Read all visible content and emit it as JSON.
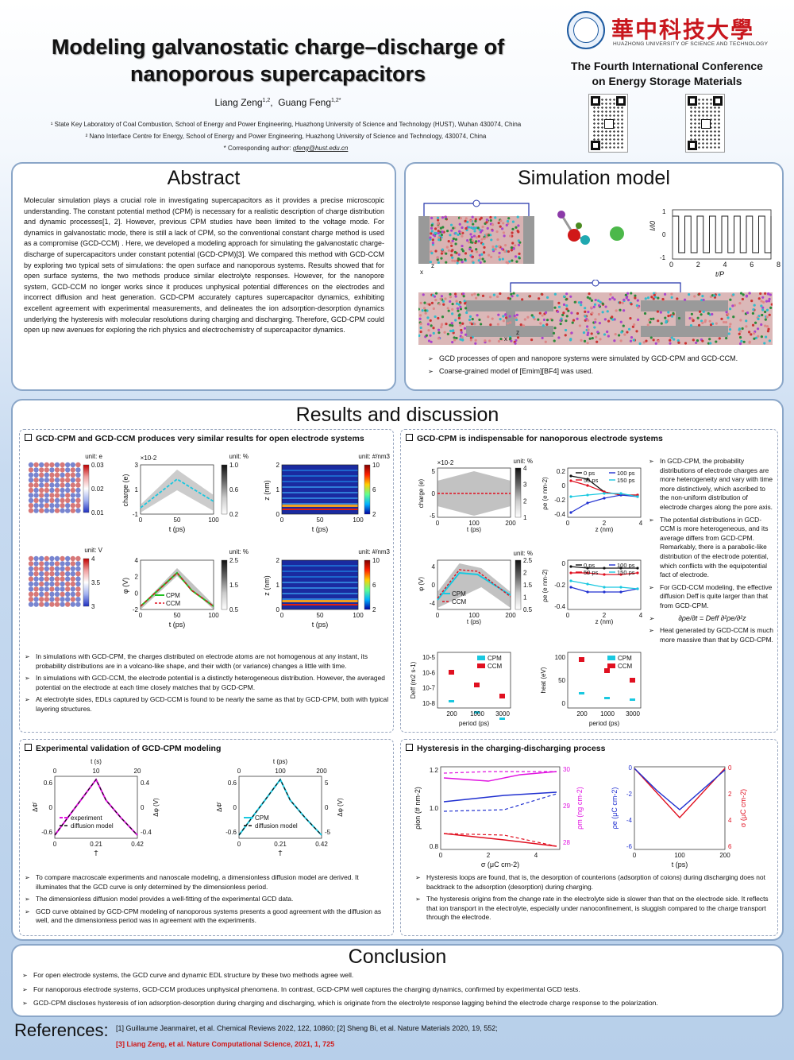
{
  "header": {
    "title_line1": "Modeling galvanostatic charge–discharge of",
    "title_line2": "nanoporous supercapacitors",
    "authors": "Liang Zeng",
    "author1_sup": "1,2",
    "author2": "Guang Feng",
    "author2_sup": "1,2*",
    "affiliation1": "¹ State Key Laboratory of Coal Combustion, School of Energy and Power Engineering, Huazhong University of Science and Technology (HUST), Wuhan 430074, China",
    "affiliation2": "² Nano Interface Centre for Energy, School of Energy and Power Engineering, Huazhong University of Science and Technology, 430074, China",
    "corresponding": "* Corresponding author:",
    "email": "gfeng@hust.edu.cn",
    "university_cn": "華中科技大學",
    "university_en": "HUAZHONG UNIVERSITY OF SCIENCE AND TECHNOLOGY",
    "conference_line1": "The Fourth International Conference",
    "conference_line2": "on Energy Storage Materials"
  },
  "abstract": {
    "heading": "Abstract",
    "text": "Molecular simulation plays a crucial role in investigating supercapacitors as it provides a precise microscopic understanding. The constant potential method (CPM) is necessary for a realistic description of charge distribution and dynamic processes[1, 2]. However, previous CPM studies have been limited to the voltage mode. For dynamics in galvanostatic mode, there is still a lack of CPM, so the conventional constant charge method is used as a compromise (GCD-CCM) . Here, we developed a modeling approach for simulating the galvanostatic charge-discharge of supercapacitors under constant potential (GCD-CPM)[3]. We compared this method with GCD-CCM by exploring two typical sets of simulations: the open surface and nanoporous systems. Results showed that for open surface systems, the two methods produce similar electrolyte responses. However, for the nanopore system, GCD-CCM no longer works since it produces unphysical potential differences on the electrodes and incorrect diffusion and heat generation. GCD-CPM accurately captures supercapacitor dynamics, exhibiting excellent agreement with experimental measurements, and delineates the ion adsorption-desorption dynamics underlying the hysteresis with molecular resolutions during charging and discharging. Therefore, GCD-CPM could open up new avenues for exploring the rich physics and electrochemistry of supercapacitor dynamics."
  },
  "simulation": {
    "heading": "Simulation model",
    "plot_ylabel": "I/I0",
    "plot_xlabel": "t/P",
    "x_ticks": [
      "0",
      "2",
      "4",
      "6",
      "8"
    ],
    "y_ticks": [
      "1",
      "0",
      "-1"
    ],
    "axis_x": "x",
    "axis_z": "z",
    "bullet1": "GCD processes of open and nanopore systems were simulated by GCD-CPM and GCD-CCM.",
    "bullet2": "Coarse-grained model of [Emim][BF4] was used."
  },
  "results": {
    "heading": "Results and discussion",
    "open": {
      "heading": "GCD-CPM and GCD-CCM produces very similar results for open electrode systems",
      "unit_e": "unit: e",
      "unit_pct": "unit: %",
      "unit_nm3": "unit: #/nm3",
      "unit_v": "unit: V",
      "bullet1": "In simulations with GCD-CPM, the charges distributed on electrode atoms are not homogenous at any instant, its probability distributions are in a volcano-like shape, and their width (or variance) changes a little with time.",
      "bullet2": "In simulations with GCD-CCM, the electrode potential is a distinctly heterogeneous distribution. However, the averaged potential on the electrode at each time closely matches that by GCD-CPM.",
      "bullet3": "At electrolyte sides, EDLs captured by GCD-CCM is found to be nearly the same as that by GCD-CPM, both with typical layering structures."
    },
    "nano": {
      "heading": "GCD-CPM is indispensable for nanoporous electrode systems",
      "bullet1": "In GCD-CPM, the probability distributions of electrode charges are more heterogeneity and vary with time more distinctively, which ascribed to the non-uniform distribution of electrode charges along the pore axis.",
      "bullet2": "The potential distributions in GCD-CCM is more heterogeneous, and its average differs from GCD-CPM. Remarkably, there is a parabolic-like distribution of the electrode potential, which conflicts with the equipotential fact of electrode.",
      "bullet3": "For GCD-CCM modeling, the effective diffusion Deff is quite larger than that from GCD-CPM.",
      "equation": "∂ρe/∂t = Deff ∂²ρe/∂²z",
      "bullet4": "Heat generated by GCD-CCM is much more massive than that by GCD-CPM."
    },
    "exp": {
      "heading": "Experimental validation of GCD-CPM modeling",
      "bullet1": "To compare macroscale experiments and nanoscale modeling, a dimensionless diffusion model are derived. It illuminates that the GCD curve is only determined by the dimensionless period.",
      "bullet2": "The dimensionless diffusion model provides a well-fitting of the experimental GCD data.",
      "bullet3": "GCD curve obtained by GCD-CPM modeling of nanoporous systems presents a good agreement with the diffusion as well, and the dimensionless period was in agreement with the experiments."
    },
    "hyst": {
      "heading": "Hysteresis in the charging-discharging process",
      "bullet1": "Hysteresis loops are found, that is, the desorption of counterions (adsorption of coions) during discharging does not backtrack to the adsorption (desorption) during charging.",
      "bullet2": "The hysteresis origins from the change rate in the electrolyte side is slower than that on the electrode side. It reflects that ion transport in the electrolyte, especially under nanoconfinement, is sluggish compared to the charge transport through the electrode."
    }
  },
  "charts": {
    "open_charge": {
      "xlabel": "t (ps)",
      "ylabel": "charge (e)",
      "scale": "×10-2",
      "xticks": [
        "0",
        "50",
        "100"
      ],
      "yticks": [
        "3",
        "1",
        "-1"
      ],
      "cbar": [
        "1.0",
        "0.6",
        "0.2"
      ]
    },
    "open_phi": {
      "xlabel": "t (ps)",
      "ylabel": "φ (V)",
      "xticks": [
        "0",
        "50",
        "100"
      ],
      "yticks": [
        "4",
        "2",
        "0",
        "-2"
      ],
      "cbar": [
        "2.5",
        "1.5",
        "0.5"
      ],
      "legend": [
        "CPM",
        "CCM"
      ]
    },
    "open_z1": {
      "xlabel": "t (ps)",
      "ylabel": "z (nm)",
      "xticks": [
        "0",
        "50",
        "100"
      ],
      "yticks": [
        "2",
        "1",
        "0"
      ],
      "cbar": [
        "10",
        "6",
        "2"
      ]
    },
    "open_z2": {
      "xlabel": "t (ps)",
      "ylabel": "z (nm)",
      "xticks": [
        "0",
        "50",
        "100"
      ],
      "yticks": [
        "2",
        "1",
        "0"
      ],
      "cbar": [
        "10",
        "6",
        "2"
      ]
    },
    "open_mapcbar_e": [
      "0.03",
      "0.02",
      "0.01"
    ],
    "open_mapcbar_v": [
      "4",
      "3.5",
      "3"
    ],
    "nano_charge": {
      "xlabel": "t (ps)",
      "ylabel": "charge (e)",
      "scale": "×10-2",
      "xticks": [
        "0",
        "100",
        "200"
      ],
      "yticks": [
        "5",
        "0",
        "-5"
      ],
      "cbar": [
        "4",
        "3",
        "2",
        "1"
      ]
    },
    "nano_phi": {
      "xlabel": "t (ps)",
      "ylabel": "φ (V)",
      "xticks": [
        "0",
        "100",
        "200"
      ],
      "yticks": [
        "4",
        "0",
        "-4"
      ],
      "cbar": [
        "2.5",
        "2",
        "1.5",
        "1",
        "0.5"
      ],
      "legend": [
        "CPM",
        "CCM"
      ]
    },
    "nano_rho1": {
      "xlabel": "z (nm)",
      "ylabel": "ρe (e nm-2)",
      "xticks": [
        "0",
        "2",
        "4"
      ],
      "yticks": [
        "0.2",
        "0",
        "-0.2",
        "-0.4"
      ],
      "legend": [
        "0 ps",
        "50 ps",
        "100 ps",
        "150 ps"
      ]
    },
    "nano_rho2": {
      "xlabel": "z (nm)",
      "ylabel": "ρe (e nm-2)",
      "xticks": [
        "0",
        "2",
        "4"
      ],
      "yticks": [
        "0",
        "-0.2",
        "-0.4"
      ],
      "legend": [
        "0 ps",
        "50 ps",
        "100 ps",
        "150 ps"
      ]
    },
    "nano_deff": {
      "xlabel": "period (ps)",
      "ylabel": "Deff (m2 s-1)",
      "categories": [
        "200",
        "1000",
        "3000"
      ],
      "yticks": [
        "10-5",
        "10-6",
        "10-7",
        "10-8"
      ],
      "legend": [
        "CPM",
        "CCM"
      ]
    },
    "nano_heat": {
      "xlabel": "period (ps)",
      "ylabel": "heat (eV)",
      "categories": [
        "200",
        "1000",
        "3000"
      ],
      "yticks": [
        "100",
        "50",
        "0"
      ],
      "legend": [
        "CPM",
        "CCM"
      ]
    },
    "exp_left": {
      "top_label": "t (s)",
      "top_ticks": [
        "0",
        "10",
        "20"
      ],
      "xlabel": "T̄",
      "xticks": [
        "0",
        "0.21",
        "0.42"
      ],
      "ylabel": "ΔΦ̄",
      "yticks": [
        "0.6",
        "0",
        "-0.6"
      ],
      "y2label": "Δφ (V)",
      "y2ticks": [
        "0.4",
        "0",
        "-0.4"
      ],
      "legend": [
        "experiment",
        "diffusion model"
      ]
    },
    "exp_right": {
      "top_label": "t (ps)",
      "top_ticks": [
        "0",
        "100",
        "200"
      ],
      "xlabel": "T̄",
      "xticks": [
        "0",
        "0.21",
        "0.42"
      ],
      "ylabel": "ΔΦ̄",
      "yticks": [
        "0.6",
        "0",
        "-0.6"
      ],
      "y2label": "Δφ (V)",
      "y2ticks": [
        "5",
        "0",
        "-5"
      ],
      "legend": [
        "CPM",
        "diffusion model"
      ]
    },
    "hyst_left": {
      "xlabel": "σ (μC cm-2)",
      "xticks": [
        "0",
        "2",
        "4"
      ],
      "ylabel": "ρion (# nm-2)",
      "yticks": [
        "1.2",
        "1.0",
        "0.8"
      ],
      "y2label": "ρm (ng cm-2)",
      "y2ticks": [
        "30",
        "29",
        "28"
      ]
    },
    "hyst_right": {
      "xlabel": "t (ps)",
      "xticks": [
        "0",
        "100",
        "200"
      ],
      "ylabel": "ρe (μC cm-2)",
      "yticks": [
        "0",
        "-2",
        "-4",
        "-6"
      ],
      "y2label": "σ (μC cm-2)",
      "y2ticks": [
        "0",
        "2",
        "4",
        "6"
      ]
    }
  },
  "conclusion": {
    "heading": "Conclusion",
    "bullet1": "For open electrode systems, the GCD curve and dynamic EDL structure by these two methods agree well.",
    "bullet2": "For nanoporous electrode systems, GCD-CCM produces unphysical phenomena. In contrast, GCD-CPM well captures the charging dynamics, confirmed by experimental GCD tests.",
    "bullet3": "GCD-CPM discloses hysteresis of ion adsorption-desorption during charging and discharging, which is originate from the electrolyte response lagging behind the electrode charge response to the polarization."
  },
  "references": {
    "heading": "References:",
    "ref1": "[1] Guillaume Jeanmairet, et al. Chemical Reviews 2022, 122, 10860; [2] Sheng Bi, et al. Nature Materials 2020, 19, 552;",
    "ref3": "[3] Liang Zeng, et al. Nature Computational Science, 2021, 1, 725"
  },
  "colors": {
    "accent_red": "#c8161d",
    "border": "#8aa6c8",
    "cpm": "#00d8e0",
    "ccm": "#e01020",
    "magenta": "#e010e0",
    "blue": "#2030d0"
  }
}
